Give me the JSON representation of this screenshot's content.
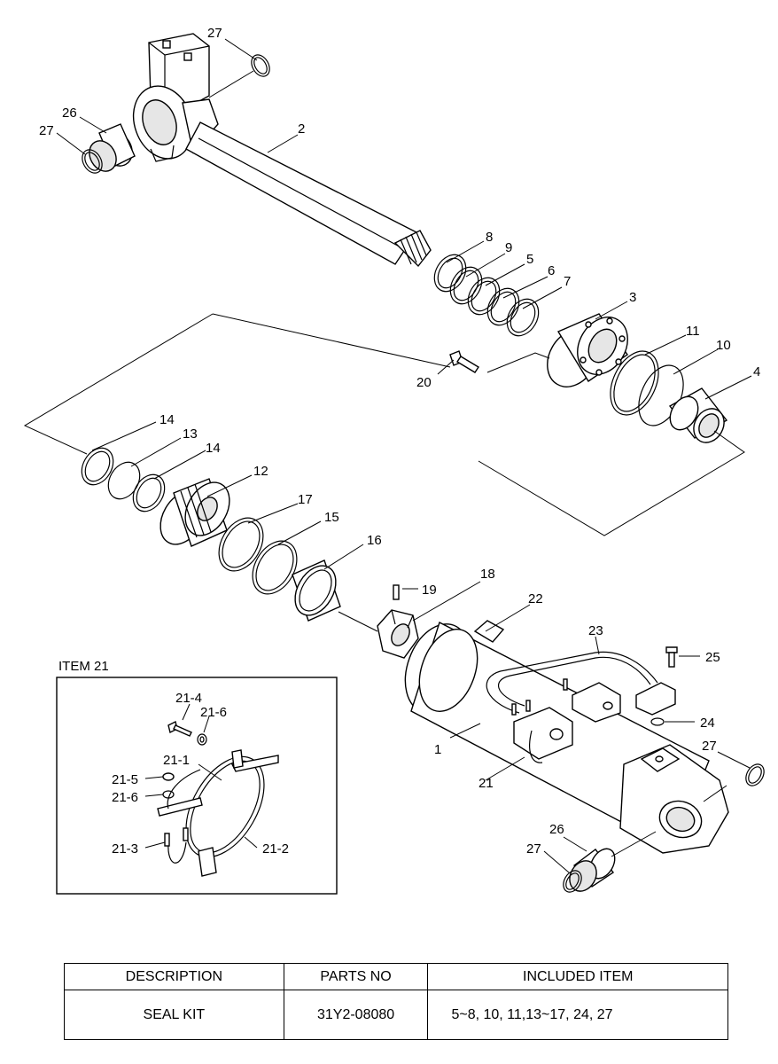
{
  "diagram": {
    "callouts": {
      "p1": "1",
      "p2": "2",
      "p3": "3",
      "p4": "4",
      "p5": "5",
      "p6": "6",
      "p7": "7",
      "p8": "8",
      "p9": "9",
      "p10": "10",
      "p11": "11",
      "p12": "12",
      "p13": "13",
      "p14a": "14",
      "p14b": "14",
      "p15": "15",
      "p16": "16",
      "p17": "17",
      "p18": "18",
      "p19": "19",
      "p20": "20",
      "p21": "21",
      "p22": "22",
      "p23": "23",
      "p24": "24",
      "p25": "25",
      "p26a": "26",
      "p26b": "26",
      "p27a": "27",
      "p27b": "27",
      "p27c": "27",
      "p27d": "27"
    },
    "inset": {
      "title": "ITEM 21",
      "callouts": {
        "i1": "21-1",
        "i2": "21-2",
        "i3": "21-3",
        "i4": "21-4",
        "i5": "21-5",
        "i6a": "21-6",
        "i6b": "21-6"
      }
    }
  },
  "table": {
    "headers": [
      "DESCRIPTION",
      "PARTS NO",
      "INCLUDED ITEM"
    ],
    "rows": [
      [
        "SEAL KIT",
        "31Y2-08080",
        "5~8, 10, 11,13~17, 24, 27"
      ]
    ]
  }
}
